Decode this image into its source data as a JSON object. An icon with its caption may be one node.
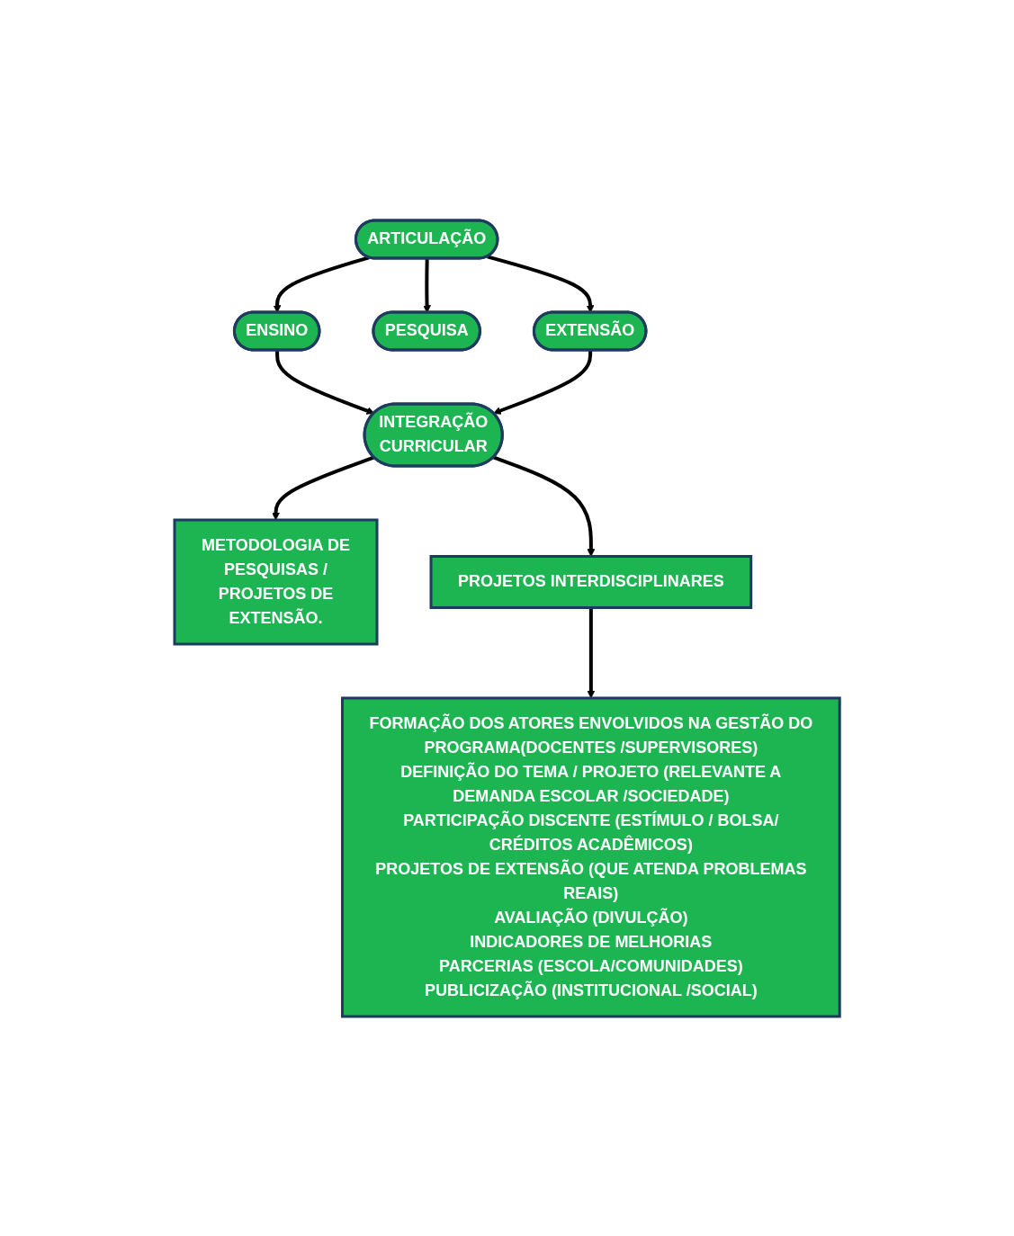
{
  "diagram": {
    "nodes": [
      {
        "text": [
          "ARTICULAÇÃO"
        ]
      },
      {
        "text": [
          "ENSINO"
        ]
      },
      {
        "text": [
          "PESQUISA"
        ]
      },
      {
        "text": [
          "EXTENSÃO"
        ]
      },
      {
        "text": [
          "INTEGRAÇÃO CURRICULAR"
        ]
      },
      {
        "text": [
          "METODOLOGIA DE PESQUISAS / PROJETOS DE EXTENSÃO."
        ]
      },
      {
        "text": [
          "PROJETOS INTERDISCIPLINARES"
        ]
      },
      {
        "text": [
          "FORMAÇÃO DOS ATORES ENVOLVIDOS NA GESTÃO DO PROGRAMA(DOCENTES /SUPERVISORES)",
          "DEFINIÇÃO DO TEMA / PROJETO (RELEVANTE A DEMANDA ESCOLAR /SOCIEDADE)",
          "PARTICIPAÇÃO DISCENTE (ESTÍMULO / BOLSA/ CRÉDITOS ACADÊMICOS)",
          "PROJETOS DE EXTENSÃO (QUE ATENDA PROBLEMAS REAIS)",
          "AVALIAÇÃO (DIVULÇÃO)",
          "INDICADORES DE MELHORIAS",
          "PARCERIAS (ESCOLA/COMUNIDADES)",
          "PUBLICIZAÇÃO (INSTITUCIONAL /SOCIAL)"
        ]
      }
    ],
    "edges": [
      {
        "from": 0,
        "to": 1,
        "arrow": "to"
      },
      {
        "from": 0,
        "to": 2,
        "arrow": "to"
      },
      {
        "from": 0,
        "to": 3,
        "arrow": "to"
      },
      {
        "from": 1,
        "to": 4,
        "arrow": "to"
      },
      {
        "from": 3,
        "to": 4,
        "arrow": "to"
      },
      {
        "from": 4,
        "to": 5,
        "arrow": "to"
      },
      {
        "from": 4,
        "to": 6,
        "arrow": "to"
      },
      {
        "from": 6,
        "to": 7,
        "arrow": "to"
      }
    ]
  }
}
